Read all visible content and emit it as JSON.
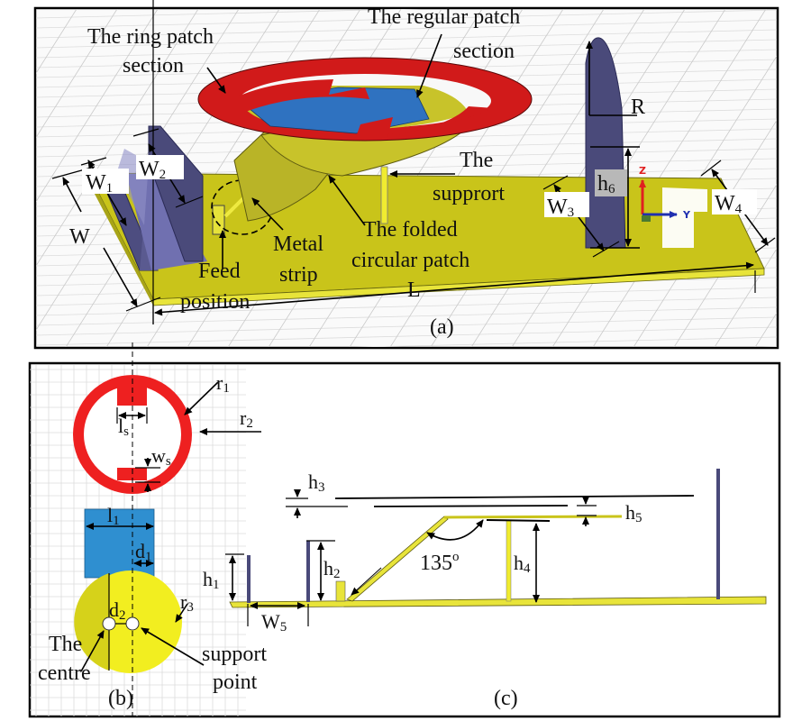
{
  "figure": {
    "panels": [
      {
        "id": "a",
        "caption": "(a)"
      },
      {
        "id": "b",
        "caption": "(b)"
      },
      {
        "id": "c",
        "caption": "(c)"
      }
    ]
  },
  "panel_a": {
    "caption": "(a)",
    "callouts": {
      "ring_patch_1": "The ring patch",
      "ring_patch_2": "section",
      "regular_patch_1": "The regular  patch",
      "regular_patch_2": "section",
      "support_1": "The",
      "support_2": "supprort",
      "folded_1": "The folded",
      "folded_2": "circular patch",
      "metal_strip_1": "Metal",
      "metal_strip_2": "strip",
      "feed_1": "Feed",
      "feed_2": "position"
    },
    "dimensions": {
      "W": "W",
      "W1": "W",
      "W1_sub": "1",
      "W2": "W",
      "W2_sub": "2",
      "W3": "W",
      "W3_sub": "3",
      "W4": "W",
      "W4_sub": "4",
      "L": "L",
      "R": "R",
      "h6": "h",
      "h6_sub": "6"
    },
    "axes": {
      "z": "Z",
      "y": "Y"
    },
    "colors": {
      "ring": "#d11a1a",
      "regular_patch": "#2f72c0",
      "ground_plane": "#c9c41a",
      "folded_patch": "#b9b427",
      "walls": "#4a4a7a",
      "axis_z": "#e02020",
      "axis_y": "#2030b0"
    }
  },
  "panel_b": {
    "caption": "(b)",
    "callouts": {
      "centre_1": "The",
      "centre_2": "centre",
      "support_1": "support",
      "support_2": "point"
    },
    "dimensions": {
      "r1": "r",
      "r1_sub": "1",
      "r2": "r",
      "r2_sub": "2",
      "r3": "r",
      "r3_sub": "3",
      "ls": "l",
      "ls_sub": "s",
      "ws": "w",
      "ws_sub": "s",
      "l1": "l",
      "l1_sub": "1",
      "d1": "d",
      "d1_sub": "1",
      "d2": "d",
      "d2_sub": "2"
    },
    "colors": {
      "ring": "#ee2020",
      "patch": "#2f8fd0",
      "circle": "#f2ee20"
    }
  },
  "panel_c": {
    "caption": "(c)",
    "angle": "135",
    "angle_unit": "o",
    "dimensions": {
      "h1": "h",
      "h1_sub": "1",
      "h2": "h",
      "h2_sub": "2",
      "h3": "h",
      "h3_sub": "3",
      "h4": "h",
      "h4_sub": "4",
      "h5": "h",
      "h5_sub": "5",
      "W5": "W",
      "W5_sub": "5"
    }
  }
}
